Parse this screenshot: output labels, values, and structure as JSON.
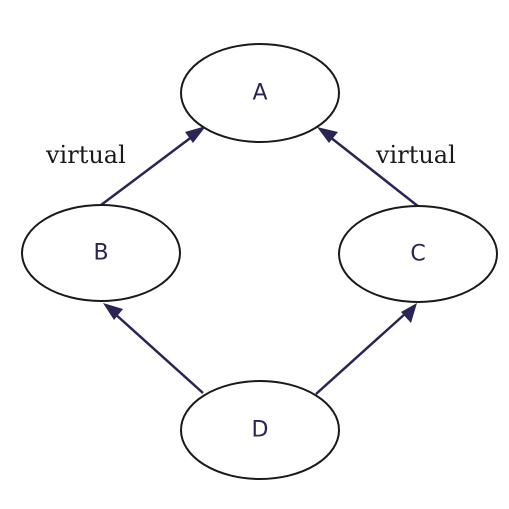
{
  "diagram": {
    "nodes": {
      "a": {
        "label": "A"
      },
      "b": {
        "label": "B"
      },
      "c": {
        "label": "C"
      },
      "d": {
        "label": "D"
      }
    },
    "edges": [
      {
        "from": "B",
        "to": "A",
        "label": "virtual"
      },
      {
        "from": "C",
        "to": "A",
        "label": "virtual"
      },
      {
        "from": "D",
        "to": "B",
        "label": ""
      },
      {
        "from": "D",
        "to": "C",
        "label": ""
      }
    ]
  },
  "colors": {
    "edge": "#2a2555",
    "node_border": "#1a1a1a",
    "background": "#ffffff"
  }
}
